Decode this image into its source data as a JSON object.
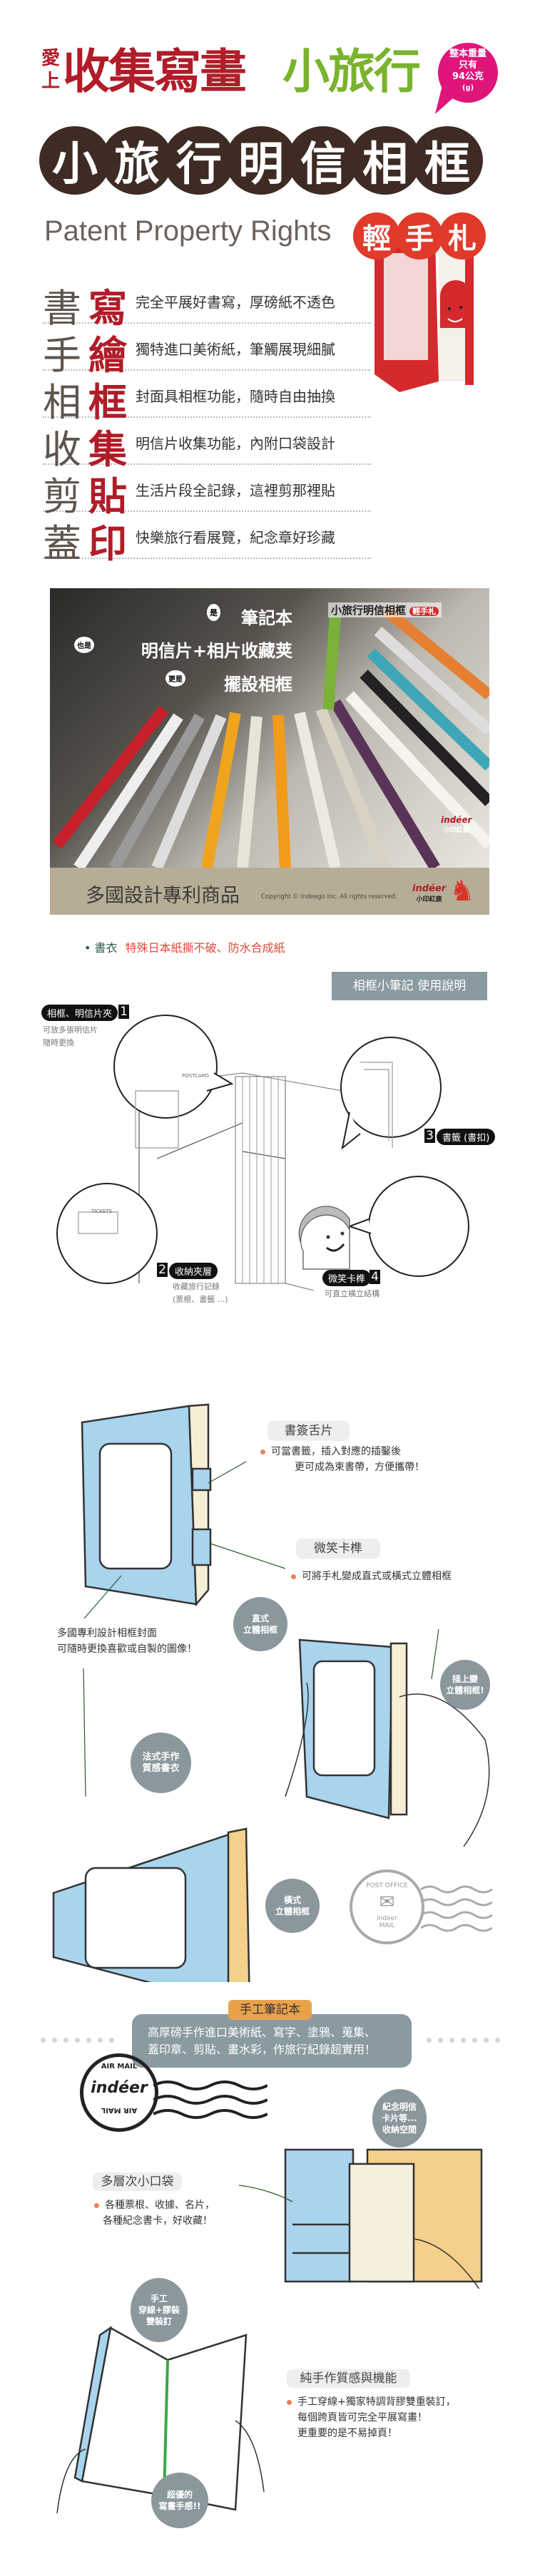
{
  "header": {
    "love": "愛上",
    "title_red": "收集寫畫",
    "title_green": "小旅行",
    "weight_bubble": [
      "整本重量",
      "只有",
      "94公克",
      "(g)"
    ]
  },
  "banner": {
    "chars": [
      "小",
      "旅",
      "行",
      "明",
      "信",
      "相",
      "框"
    ]
  },
  "patent": {
    "text": "Patent Property Rights",
    "badge": [
      "輕",
      "手",
      "札"
    ]
  },
  "features": [
    {
      "a": "書",
      "b": "寫",
      "desc": "完全平展好書寫，厚磅紙不透色"
    },
    {
      "a": "手",
      "b": "繪",
      "desc": "獨特進口美術紙，筆觸展現細膩"
    },
    {
      "a": "相",
      "b": "框",
      "desc": "封面具相框功能，隨時自由抽換"
    },
    {
      "a": "收",
      "b": "集",
      "desc": "明信片收集功能，內附口袋設計"
    },
    {
      "a": "剪",
      "b": "貼",
      "desc": "生活片段全記錄，這裡剪那裡貼"
    },
    {
      "a": "蓋",
      "b": "印",
      "desc": "快樂旅行看展覽，紀念章好珍藏"
    }
  ],
  "photo": {
    "l1_tag": "是",
    "l1": "筆記本",
    "l2_tag": "也是",
    "l2": "明信片+相片收藏荚",
    "l3_tag": "更是",
    "l3": "擺設相框",
    "corner_title": "小旅行明信相框",
    "corner_badge": "輕手札",
    "band_title": "多國設計專利商品",
    "copyright": "Copyright © Indeego Inc. All rights reserved.",
    "logo_en": "indéer",
    "logo_zh": "小印紅鹿"
  },
  "cover": {
    "label": "書衣",
    "text": "特殊日本紙撕不破、防水合成紙"
  },
  "manual": {
    "title": "相框小筆記 使用說明",
    "p1": {
      "label": "相框、明信片夾",
      "num": "1",
      "sub": [
        "可放多張明信片",
        "隨時更換"
      ],
      "tag": "POSTCARD"
    },
    "p2": {
      "label": "收納夾層",
      "num": "2",
      "sub": [
        "收藏旅行記錄",
        "(票根、書籤 ...)"
      ],
      "tag": "TICKETS"
    },
    "p3": {
      "label": "書籤 (書扣)",
      "num": "3"
    },
    "p4": {
      "label": "微笑卡榫",
      "num": "4",
      "sub": [
        "可直立橫立結構"
      ]
    }
  },
  "illus": {
    "bookmark_title": "書簽舌片",
    "bookmark_text": [
      "可當書籤，插入對應的插鑿後",
      "更可成為束書帶，方便攜帶！"
    ],
    "smile_title": "微笑卡榫",
    "smile_text": "可將手札變成直式或橫式立體相框",
    "vertical_bubble": [
      "直式",
      "立體相框"
    ],
    "cover_text": [
      "多國專利設計相框封面",
      "可隨時更換喜歡或自製的圖像！"
    ],
    "insert_bubble": [
      "插上變",
      "立體相框!"
    ],
    "french_bubble": [
      "法式手作",
      "質感書衣"
    ],
    "horizontal_bubble": [
      "橫式",
      "立體相框"
    ],
    "postmark": [
      "POST OFFICE",
      "MAIL",
      "indeer"
    ]
  },
  "notebook": {
    "tab": "手工筆記本",
    "desc": [
      "高厚磅手作進口美術紙、寫字、塗鴉、蒐集、",
      "蓋印章、剪貼、畫水彩，作旅行紀錄超實用！"
    ],
    "airmail": [
      "AIR MAIL",
      "AIR MAIL",
      "indéer"
    ],
    "card_bubble": [
      "紀念明信",
      "卡片等...",
      "收納空間"
    ],
    "pocket_title": "多層次小口袋",
    "pocket_text": [
      "各種票根、收據、名片，",
      "各種紀念書卡，好收藏！"
    ],
    "binding_bubble": [
      "手工",
      "穿線+膠裝",
      "雙裝訂"
    ],
    "feel_bubble": [
      "超優的",
      "寫畫手感!!"
    ],
    "craft_title": "純手作質感與機能",
    "craft_text": [
      "手工穿線+獨家特調背膠雙重裝訂，",
      "每個跨頁皆可完全平展寫畫！",
      "更重要的是不易掉頁！"
    ]
  },
  "colors": {
    "red": "#b01c28",
    "green": "#7ab32e",
    "pink": "#e0157a",
    "brown": "#3d2b24",
    "band": "#b7ad97",
    "slate": "#8a979c",
    "blue": "#a8d4ee",
    "orange": "#e9a14a"
  }
}
